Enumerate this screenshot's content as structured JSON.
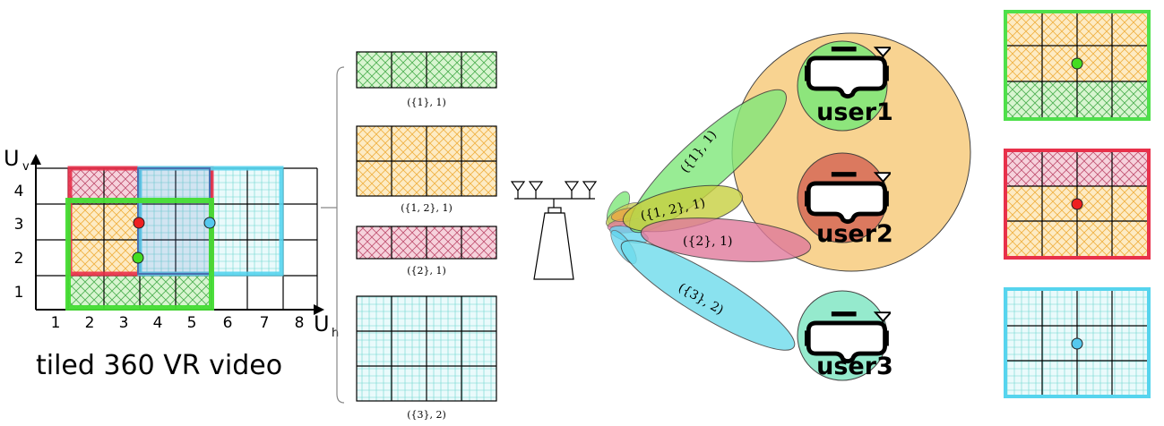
{
  "grid": {
    "axis_v": "U",
    "axis_v_sub": "v",
    "axis_h": "U",
    "axis_h_sub": "h",
    "x_ticks": [
      "1",
      "2",
      "3",
      "4",
      "5",
      "6",
      "7",
      "8"
    ],
    "y_ticks": [
      "1",
      "2",
      "3",
      "4"
    ],
    "caption": "tiled 360 VR video"
  },
  "tile_groups": [
    {
      "label": "({1}, 1)"
    },
    {
      "label": "({1, 2}, 1)"
    },
    {
      "label": "({2}, 1)"
    },
    {
      "label": "({3}, 2)"
    }
  ],
  "beams": [
    {
      "label": "({1}, 1)"
    },
    {
      "label": "({1, 2}, 1)"
    },
    {
      "label": "({2}, 1)"
    },
    {
      "label": "({3}, 2)"
    }
  ],
  "users": [
    {
      "label": "user1"
    },
    {
      "label": "user2"
    },
    {
      "label": "user3"
    }
  ],
  "colors": {
    "red": "#e8304a",
    "green": "#4ee04a",
    "cyan": "#56d4ee",
    "orange_region": "#f8d088",
    "user2_fill": "#d8705a",
    "user3_fill": "#8ae8c8",
    "dot_red": "#ee2020",
    "dot_green": "#44dd22",
    "dot_cyan": "#55c8ee"
  }
}
